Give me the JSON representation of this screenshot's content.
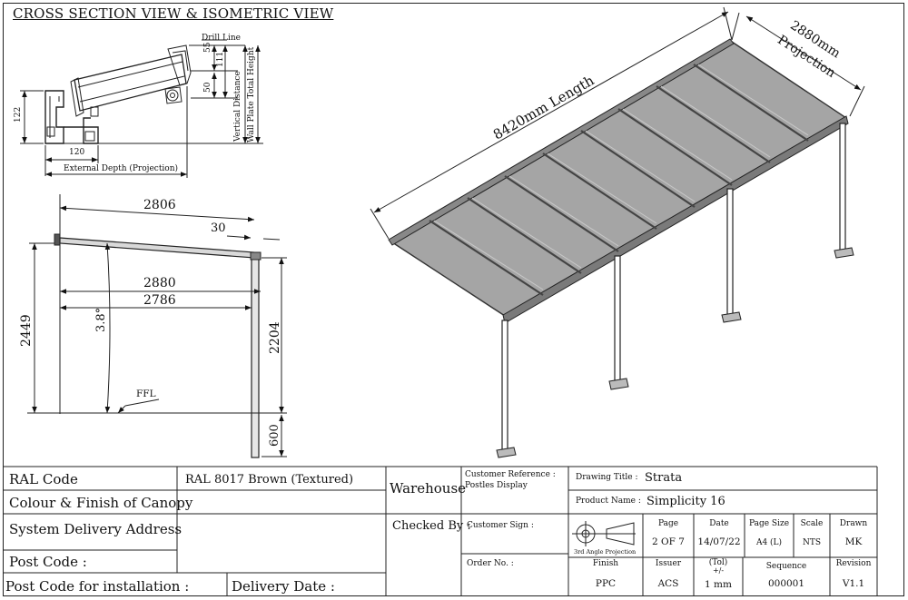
{
  "title": "CROSS SECTION VIEW & ISOMETRIC VIEW",
  "cross_section_detail": {
    "drill_line": "Drill Line",
    "dim_55": "55",
    "dim_111": "111",
    "dim_50": "50",
    "dim_122": "122",
    "dim_120": "120",
    "vertical_distance": "Vertical Distance",
    "wall_plate_total_height": "Wall Plate Total Height",
    "external_depth": "External Depth (Projection)"
  },
  "side_view": {
    "dim_2806": "2806",
    "dim_30": "30",
    "dim_2880": "2880",
    "dim_2786": "2786",
    "dim_2449": "2449",
    "angle": "3.8°",
    "dim_2204": "2204",
    "ffl": "FFL",
    "dim_600": "600"
  },
  "isometric": {
    "length_label": "8420mm Length",
    "projection_dim": "2880mm",
    "projection_label": "Projection",
    "panel_count": 9,
    "post_count": 4
  },
  "title_block": {
    "ral_code_label": "RAL Code",
    "ral_code_value": "RAL 8017 Brown (Textured)",
    "colour_finish_label": "Colour & Finish of Canopy",
    "delivery_address_label": "System Delivery Address",
    "post_code_label": "Post Code :",
    "post_code_install_label": "Post Code for installation :",
    "delivery_date_label": "Delivery Date :",
    "warehouse": "Warehouse",
    "checked_by": "Checked By :",
    "customer_reference_label": "Customer Reference :",
    "customer_reference_value": "Postles Display",
    "customer_sign_label": "Customer Sign :",
    "order_no_label": "Order No. :",
    "drawing_title_label": "Drawing Title :",
    "drawing_title_value": "Strata",
    "product_name_label": "Product Name :",
    "product_name_value": "Simplicity 16",
    "projection_symbol_label": "3rd Angle Projection",
    "page_label": "Page",
    "page_value": "2 OF 7",
    "date_label": "Date",
    "date_value": "14/07/22",
    "page_size_label": "Page Size",
    "page_size_value": "A4 (L)",
    "scale_label": "Scale",
    "scale_value": "NTS",
    "drawn_label": "Drawn",
    "drawn_value": "MK",
    "finish_label": "Finish",
    "finish_value": "PPC",
    "issuer_label": "Issuer",
    "issuer_value": "ACS",
    "tol_label": "(Tol)",
    "tol_sign": "+/-",
    "tol_value": "1 mm",
    "sequence_label": "Sequence",
    "sequence_value": "000001",
    "revision_label": "Revision",
    "revision_value": "V1.1"
  }
}
